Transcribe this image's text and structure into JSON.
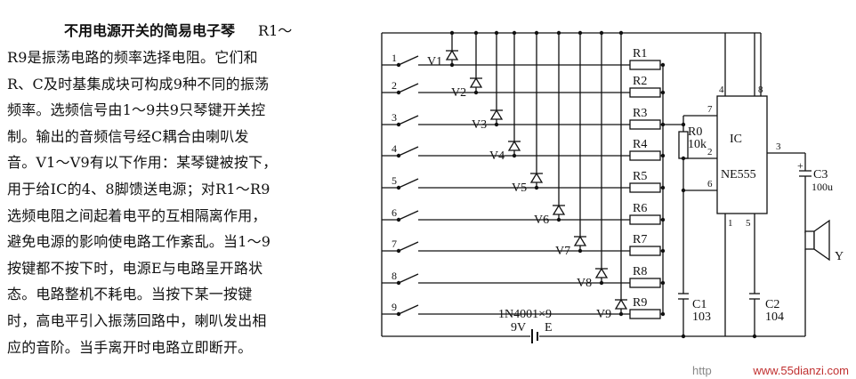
{
  "article": {
    "title": "不用电源开关的简易电子琴",
    "title_tail": "R1～",
    "lines": [
      "R9是振荡电路的频率选择电阻。它们和",
      "R、C及时基集成块可构成9种不同的振荡",
      "频率。选频信号由1～9共9只琴键开关控",
      "制。输出的音频信号经C耦合由喇叭发",
      "音。V1～V9有以下作用：某琴键被按下，",
      "用于给IC的4、8脚馈送电源；对R1～R9",
      "选频电阻之间起着电平的互相隔离作用，",
      "避免电源的影响使电路工作紊乱。当1～9",
      "按键都不按下时，电源E与电路呈开路状",
      "态。电路整机不耗电。当按下某一按键",
      "时，高电平引入振荡回路中，喇叭发出相",
      "应的音阶。当手离开时电路立即断开。"
    ]
  },
  "circuit": {
    "keys": [
      "1",
      "2",
      "3",
      "4",
      "5",
      "6",
      "7",
      "8",
      "9"
    ],
    "diodes": [
      "V1",
      "V2",
      "V3",
      "V4",
      "V5",
      "V6",
      "V7",
      "V8",
      "V9"
    ],
    "resistors": [
      "R1",
      "R2",
      "R3",
      "R4",
      "R5",
      "R6",
      "R7",
      "R8",
      "R9"
    ],
    "r0": {
      "name": "R0",
      "value": "10k"
    },
    "c1": {
      "name": "C1",
      "value": "103"
    },
    "c2": {
      "name": "C2",
      "value": "104"
    },
    "c3": {
      "name": "C3",
      "value": "100u"
    },
    "ic": {
      "label": "IC",
      "part": "NE555"
    },
    "pins": {
      "p4": "4",
      "p8": "8",
      "p7": "7",
      "p2": "2",
      "p6": "6",
      "p3": "3",
      "p1": "1",
      "p5": "5"
    },
    "diode_note": "1N4001×9",
    "battery": {
      "volt": "9V",
      "name": "E"
    },
    "speaker": "Y",
    "plus": "+"
  },
  "watermark": {
    "left": "http",
    "right": "www.55dianzi.com"
  }
}
